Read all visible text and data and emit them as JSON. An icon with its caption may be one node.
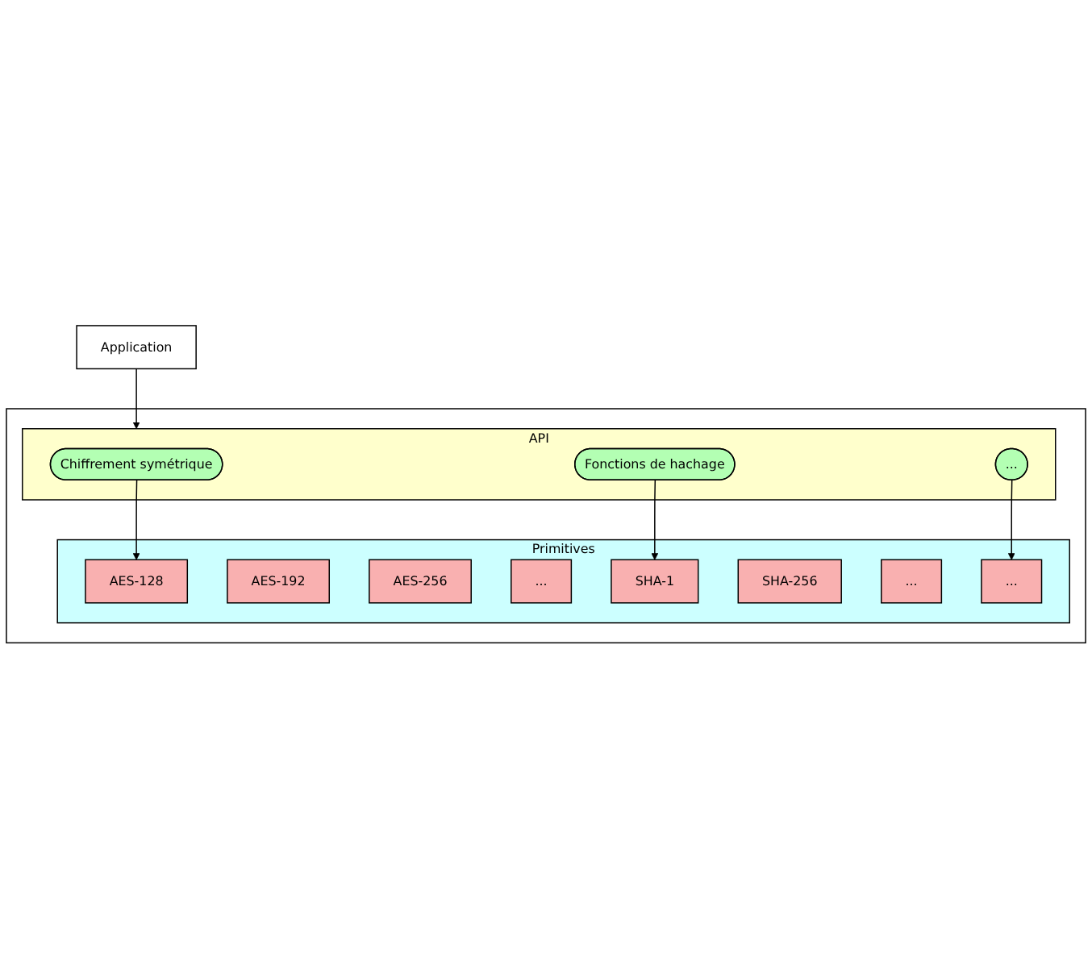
{
  "diagram": {
    "nodes": [
      {
        "text": [
          "Application"
        ]
      },
      {
        "text": [],
        "shape": "box"
      },
      {
        "text": [
          "API"
        ],
        "in": 1
      },
      {
        "text": [
          "Chiffrement symétrique"
        ],
        "in": 2
      },
      {
        "text": [
          "Fonctions de hachage"
        ],
        "in": 2
      },
      {
        "text": [
          "..."
        ],
        "in": 2
      },
      {
        "text": [
          "Primitives"
        ],
        "in": 1
      },
      {
        "text": [
          "AES-128"
        ],
        "in": 6
      },
      {
        "text": [
          "AES-192"
        ],
        "in": 6
      },
      {
        "text": [
          "AES-256"
        ],
        "in": 6
      },
      {
        "text": [
          "..."
        ],
        "in": 6
      },
      {
        "text": [
          "SHA-1"
        ],
        "in": 6
      },
      {
        "text": [
          "SHA-256"
        ],
        "in": 6
      },
      {
        "text": [
          "..."
        ],
        "in": 6
      },
      {
        "text": [
          "..."
        ],
        "in": 6
      }
    ],
    "edges": [
      {
        "from": 0,
        "to": 2,
        "arrow": "to"
      },
      {
        "from": 3,
        "to": 7,
        "arrow": "to"
      },
      {
        "from": 4,
        "to": 11,
        "arrow": "to"
      },
      {
        "from": 5,
        "to": 14,
        "arrow": "to"
      }
    ]
  }
}
